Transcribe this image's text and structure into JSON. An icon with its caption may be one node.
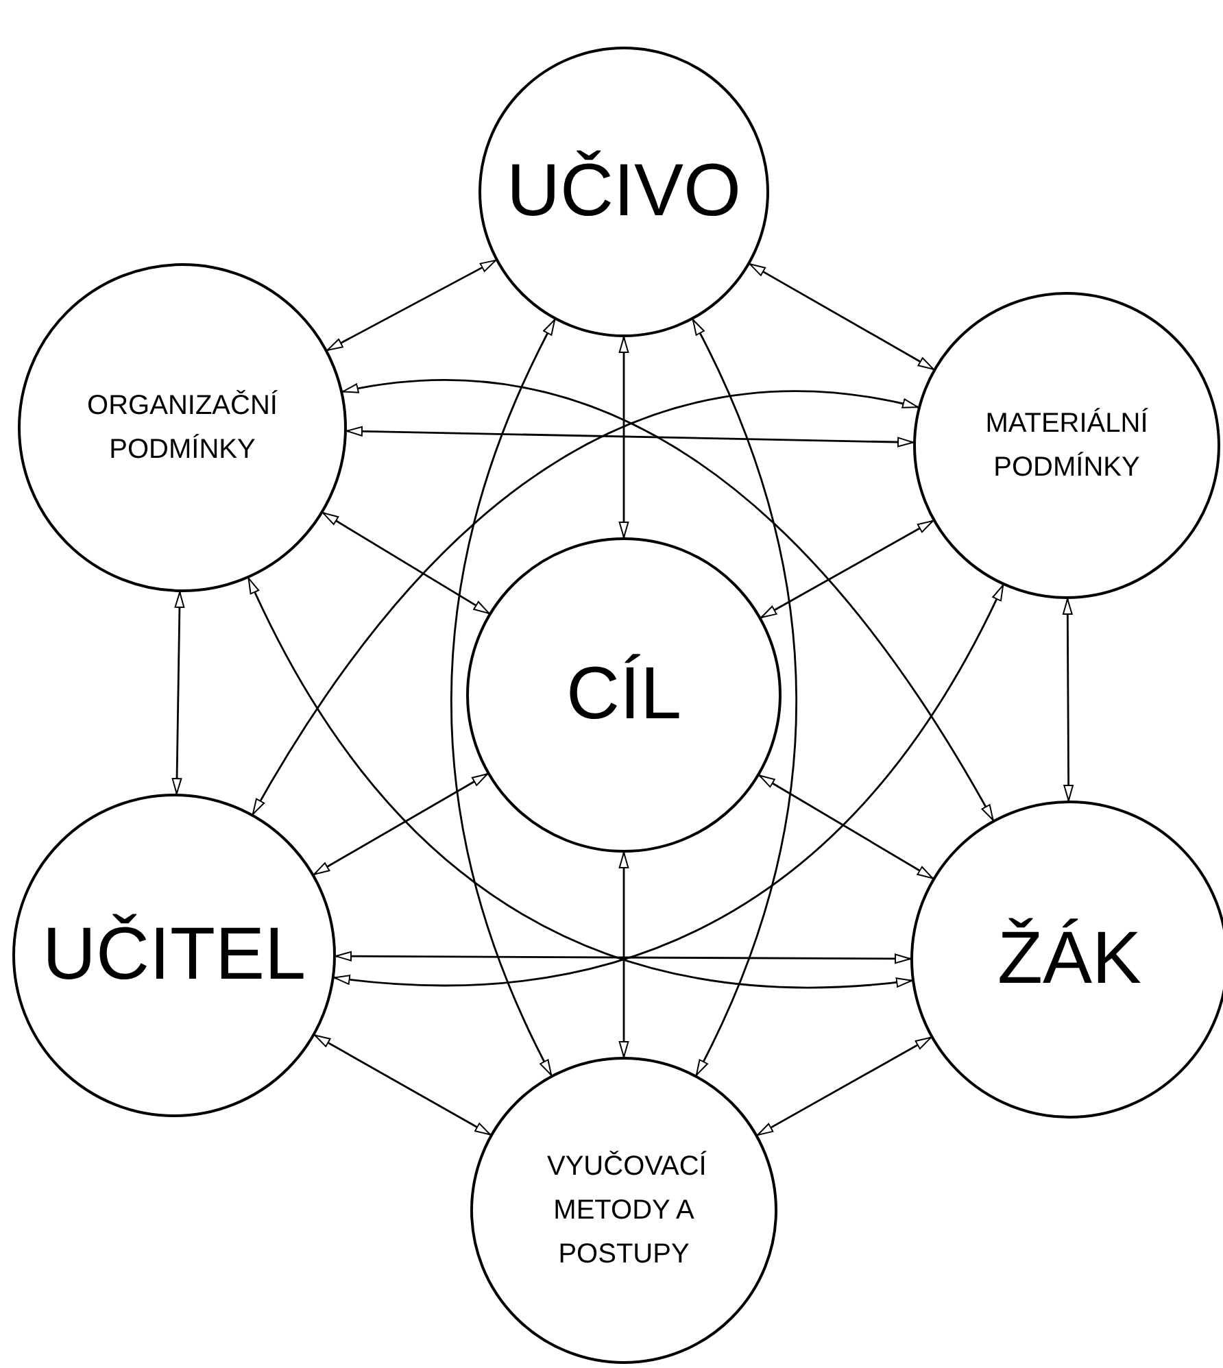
{
  "diagram": {
    "nodes": [
      {
        "text": [
          "UČIVO"
        ]
      },
      {
        "text": [
          "ORGANIZAČNÍ PODMÍNKY"
        ]
      },
      {
        "text": [
          "MATERIÁLNÍ PODMÍNKY"
        ]
      },
      {
        "text": [
          "CÍL"
        ]
      },
      {
        "text": [
          "UČITEL"
        ]
      },
      {
        "text": [
          "ŽÁK"
        ]
      },
      {
        "text": [
          "VYUČOVACÍ METODY A POSTUPY"
        ]
      }
    ],
    "edges": [
      {
        "from": 0,
        "to": 1,
        "arrow": "both"
      },
      {
        "from": 0,
        "to": 2,
        "arrow": "both"
      },
      {
        "from": 0,
        "to": 3,
        "arrow": "both"
      },
      {
        "from": 0,
        "to": 6,
        "arrow": "both"
      },
      {
        "from": 0,
        "to": 6,
        "arrow": "both"
      },
      {
        "from": 1,
        "to": 2,
        "arrow": "both"
      },
      {
        "from": 1,
        "to": 5,
        "arrow": "both"
      },
      {
        "from": 2,
        "to": 4,
        "arrow": "both"
      },
      {
        "from": 1,
        "to": 3,
        "arrow": "both"
      },
      {
        "from": 2,
        "to": 3,
        "arrow": "both"
      },
      {
        "from": 1,
        "to": 4,
        "arrow": "both"
      },
      {
        "from": 2,
        "to": 5,
        "arrow": "both"
      },
      {
        "from": 1,
        "to": 5,
        "arrow": "both"
      },
      {
        "from": 2,
        "to": 4,
        "arrow": "both"
      },
      {
        "from": 3,
        "to": 4,
        "arrow": "both"
      },
      {
        "from": 3,
        "to": 5,
        "arrow": "both"
      },
      {
        "from": 4,
        "to": 5,
        "arrow": "both"
      },
      {
        "from": 3,
        "to": 6,
        "arrow": "both"
      },
      {
        "from": 4,
        "to": 6,
        "arrow": "both"
      },
      {
        "from": 5,
        "to": 6,
        "arrow": "both"
      }
    ]
  }
}
